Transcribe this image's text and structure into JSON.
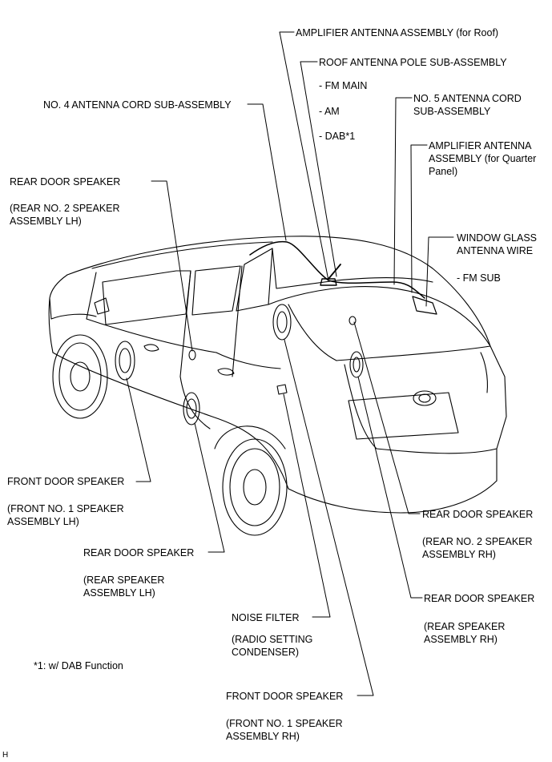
{
  "labels": {
    "amp_roof": "AMPLIFIER ANTENNA ASSEMBLY (for Roof)",
    "roof_pole": "ROOF ANTENNA POLE SUB-ASSEMBLY",
    "roof_pole_fm_main": "- FM MAIN",
    "roof_pole_am": "- AM",
    "roof_pole_dab": "- DAB*1",
    "cord4": "NO. 4 ANTENNA CORD SUB-ASSEMBLY",
    "cord5_l1": "NO. 5 ANTENNA CORD",
    "cord5_l2": "SUB-ASSEMBLY",
    "amp_quarter_l1": "AMPLIFIER ANTENNA",
    "amp_quarter_l2": "ASSEMBLY (for Quarter",
    "amp_quarter_l3": "Panel)",
    "rear_lh2_title": "REAR DOOR SPEAKER",
    "rear_lh2_sub1": "(REAR NO. 2 SPEAKER",
    "rear_lh2_sub2": "ASSEMBLY LH)",
    "window_l1": "WINDOW GLASS",
    "window_l2": "ANTENNA WIRE",
    "window_sub": "- FM SUB",
    "front_lh_title": "FRONT DOOR SPEAKER",
    "front_lh_sub1": "(FRONT NO. 1 SPEAKER",
    "front_lh_sub2": "ASSEMBLY LH)",
    "rear_rh2_title": "REAR DOOR SPEAKER",
    "rear_rh2_sub1": "(REAR NO. 2 SPEAKER",
    "rear_rh2_sub2": "ASSEMBLY RH)",
    "rear_lh_title": "REAR DOOR SPEAKER",
    "rear_lh_sub1": "(REAR SPEAKER",
    "rear_lh_sub2": "ASSEMBLY LH)",
    "rear_rh_title": "REAR DOOR SPEAKER",
    "rear_rh_sub1": "(REAR SPEAKER",
    "rear_rh_sub2": "ASSEMBLY RH)",
    "noise_title": "NOISE FILTER",
    "noise_sub1": "(RADIO SETTING",
    "noise_sub2": "CONDENSER)",
    "footnote": "*1: w/ DAB Function",
    "front_rh_title": "FRONT DOOR SPEAKER",
    "front_rh_sub1": "(FRONT NO. 1 SPEAKER",
    "front_rh_sub2": "ASSEMBLY RH)",
    "corner_mark": "H"
  }
}
